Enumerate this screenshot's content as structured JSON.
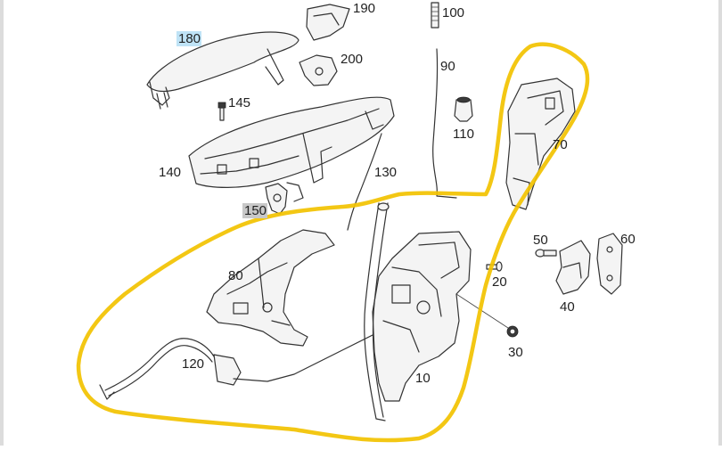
{
  "diagram": {
    "labels": {
      "p180": "180",
      "p190": "190",
      "p100": "100",
      "p200": "200",
      "p90": "90",
      "p145": "145",
      "p110": "110",
      "p70": "70",
      "p140": "140",
      "p130": "130",
      "p150": "150",
      "p50": "50",
      "p60": "60",
      "p80": "80",
      "p20": "20",
      "p40": "40",
      "p120": "120",
      "p30": "30",
      "p10": "10"
    },
    "highlight": {
      "p180": "#bfe3f6",
      "p150": "#c8c8c8",
      "outline": "#f2c200"
    }
  }
}
